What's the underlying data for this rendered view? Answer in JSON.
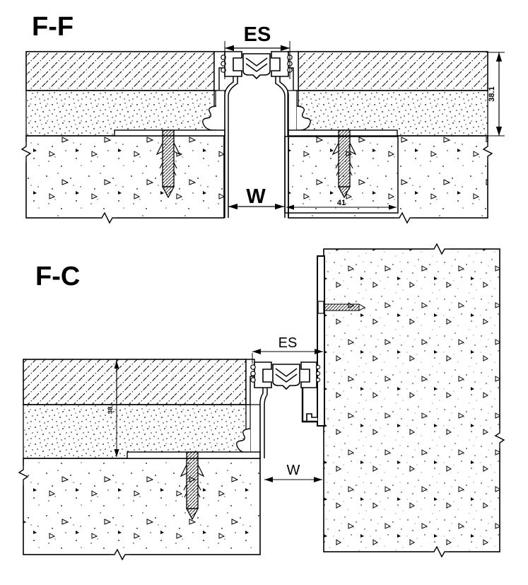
{
  "ff": {
    "title": "F-F",
    "labels": {
      "es": "ES",
      "w": "W",
      "height": "38.1",
      "anchor_width": "41"
    }
  },
  "fc": {
    "title": "F-C",
    "labels": {
      "es": "ES",
      "w": "W",
      "height": "38"
    }
  },
  "colors": {
    "line": "#000000",
    "accent_red": "#f70000",
    "background": "#ffffff"
  }
}
